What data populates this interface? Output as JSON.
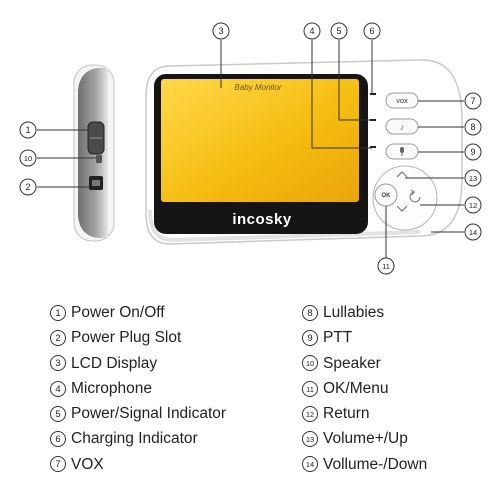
{
  "device": {
    "screen_text": "Baby Monitor",
    "brand": "incosky",
    "ok_label": "OK",
    "vox_label": "VOX"
  },
  "callouts": [
    "1",
    "2",
    "3",
    "4",
    "5",
    "6",
    "7",
    "8",
    "9",
    "10",
    "11",
    "12",
    "13",
    "14"
  ],
  "legend": [
    {
      "num": "1",
      "label": "Power On/Off"
    },
    {
      "num": "2",
      "label": "Power Plug Slot"
    },
    {
      "num": "3",
      "label": "LCD Display"
    },
    {
      "num": "4",
      "label": "Microphone"
    },
    {
      "num": "5",
      "label": "Power/Signal Indicator"
    },
    {
      "num": "6",
      "label": "Charging Indicator"
    },
    {
      "num": "7",
      "label": "VOX"
    },
    {
      "num": "8",
      "label": "Lullabies"
    },
    {
      "num": "9",
      "label": "PTT"
    },
    {
      "num": "10",
      "label": "Speaker"
    },
    {
      "num": "11",
      "label": "OK/Menu"
    },
    {
      "num": "12",
      "label": "Return"
    },
    {
      "num": "13",
      "label": "Volume+/Up"
    },
    {
      "num": "14",
      "label": "Vollume-/Down"
    }
  ],
  "colors": {
    "body": "#ffffff",
    "body_edge": "#c9c9c9",
    "bezel": "#151515",
    "screen": "#f7c21a",
    "side_grey": "#8c8c8c",
    "line": "#333333"
  }
}
